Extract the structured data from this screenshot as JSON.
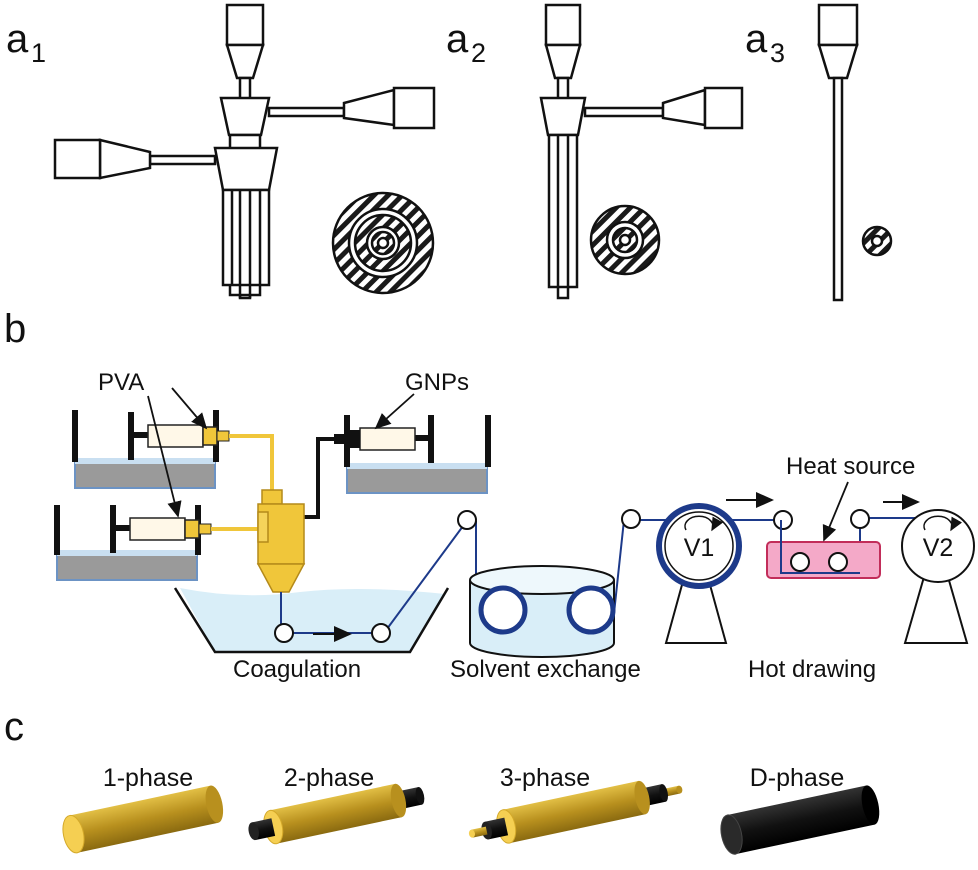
{
  "panels": {
    "a1": {
      "letter": "a",
      "sub": "1"
    },
    "a2": {
      "letter": "a",
      "sub": "2"
    },
    "a3": {
      "letter": "a",
      "sub": "3"
    },
    "b": {
      "letter": "b"
    },
    "c": {
      "letter": "c"
    }
  },
  "labels": {
    "pva": "PVA",
    "gnps": "GNPs",
    "heat_source": "Heat source",
    "v1": "V1",
    "v2": "V2",
    "coagulation": "Coagulation",
    "solvent_exchange": "Solvent exchange",
    "hot_drawing": "Hot drawing"
  },
  "fibers": [
    {
      "label": "1-phase"
    },
    {
      "label": "2-phase"
    },
    {
      "label": "3-phase"
    },
    {
      "label": "D-phase"
    }
  ],
  "colors": {
    "pva_gold": "#c9a227",
    "pva_light": "#f5cf52",
    "gnp_black": "#1a1a1a",
    "line_blue": "#1d3a8a",
    "bath_blue": "#d9eef8",
    "heater_pink": "#f4a9c8"
  }
}
